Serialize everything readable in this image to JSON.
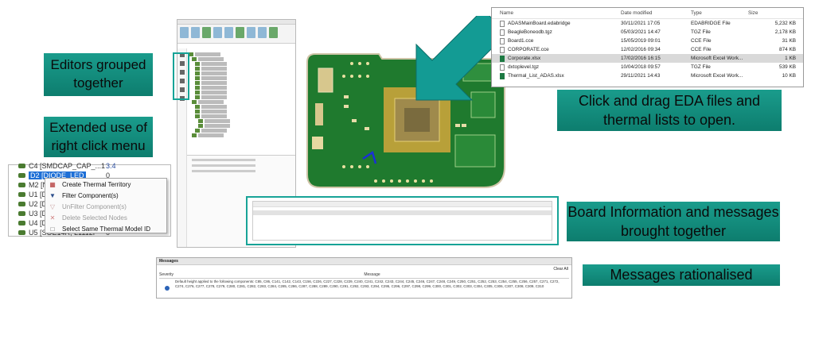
{
  "callouts": {
    "editors": "Editors grouped together",
    "right_click": "Extended use of right click menu",
    "drag_drop": "Click and drag EDA files and thermal lists to open.",
    "board_info": "Board Information and messages brought together",
    "messages": "Messages rationalised"
  },
  "explorer": {
    "columns": {
      "name": "Name",
      "date": "Date modified",
      "type": "Type",
      "size": "Size"
    },
    "files": [
      {
        "name": "ADASMainBoard.edabridge",
        "date": "30/11/2021 17:05",
        "type": "EDABRIDGE File",
        "size": "5,232 KB",
        "icon": "file-icon"
      },
      {
        "name": "BeagleBoneodb.tgz",
        "date": "05/03/2021 14:47",
        "type": "TGZ File",
        "size": "2,178 KB",
        "icon": "file-icon"
      },
      {
        "name": "Board1.cce",
        "date": "15/05/2019 09:01",
        "type": "CCE File",
        "size": "31 KB",
        "icon": "file-icon"
      },
      {
        "name": "CORPORATE.cce",
        "date": "12/02/2016 09:34",
        "type": "CCE File",
        "size": "874 KB",
        "icon": "file-icon"
      },
      {
        "name": "Corporate.xlsx",
        "date": "17/02/2016 16:15",
        "type": "Microsoft Excel Work...",
        "size": "1 KB",
        "icon": "excel-icon",
        "selected": true
      },
      {
        "name": "dxtoplevel.tgz",
        "date": "10/04/2018 09:57",
        "type": "TGZ File",
        "size": "539 KB",
        "icon": "file-icon"
      },
      {
        "name": "Thermal_List_ADAS.xlsx",
        "date": "29/11/2021 14:43",
        "type": "Microsoft Excel Work...",
        "size": "10 KB",
        "icon": "excel-icon"
      }
    ]
  },
  "component_list": [
    {
      "label": "C4 [SMDCAP_CAP_...1",
      "value": "3.4"
    },
    {
      "label": "D2 [DIODE_LED",
      "value": "0",
      "selected": true
    },
    {
      "label": "M2 [N",
      "value": ""
    },
    {
      "label": "U1 [D",
      "value": ""
    },
    {
      "label": "U2 [D",
      "value": ""
    },
    {
      "label": "U3 [D",
      "value": ""
    },
    {
      "label": "U4 [D",
      "value": ""
    },
    {
      "label": "U5 [SOE14R, L1112P",
      "value": "0"
    }
  ],
  "context_menu": [
    {
      "label": "Create Thermal Territory",
      "icon": "thermal-territory-icon",
      "disabled": false
    },
    {
      "label": "Filter Component(s)",
      "icon": "filter-icon",
      "disabled": false
    },
    {
      "label": "UnFilter Component(s)",
      "icon": "unfilter-icon",
      "disabled": true
    },
    {
      "label": "Delete Selected Nodes",
      "icon": "delete-icon",
      "disabled": true
    },
    {
      "label": "Select Same Thermal Model ID",
      "icon": "select-same-icon",
      "disabled": false
    }
  ],
  "messages_panel": {
    "title": "Messages",
    "clear_all": "Clear All",
    "col_severity": "Severity",
    "col_message": "Message",
    "message_text": "Default height applied to the following components: C85, C86, C141, C142, C143, C156, C226, C227, C228, C229, C240, C241, C242, C243, C244, C245, C246, C247, C248, C249, C250, C251, C252, C253, C254, C255, C256, C257, C271, C272, C274, C276, C277, C278, C279, C280, C281, C282, C283, C284, C285, C286, C287, C288, C289, C290, C291, C292, C293, C294, C295, C296, C297, C298, C299, C300, C301, C302, C303, C304, C305, C306, C307, C308, C309, C310"
  },
  "colors": {
    "callout": "#1a9c8c",
    "highlight": "#17a397",
    "arrow": "#139b94",
    "pcb": "#1f7a2e"
  }
}
